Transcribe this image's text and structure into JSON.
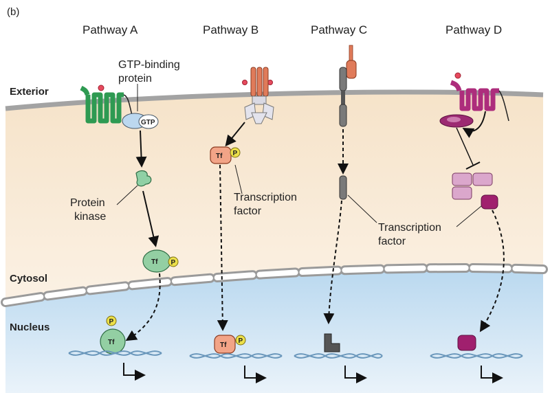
{
  "panel_label": "(b)",
  "pathways": {
    "a": "Pathway A",
    "b": "Pathway B",
    "c": "Pathway C",
    "d": "Pathway D"
  },
  "compartments": {
    "exterior": "Exterior",
    "cytosol": "Cytosol",
    "nucleus": "Nucleus"
  },
  "labels": {
    "gtp_binding_line1": "GTP-binding",
    "gtp_binding_line2": "protein",
    "gtp": "GTP",
    "protein_kinase_line1": "Protein",
    "protein_kinase_line2": "kinase",
    "transcription_factor_b_line1": "Transcription",
    "transcription_factor_b_line2": "factor",
    "transcription_factor_cd_line1": "Transcription",
    "transcription_factor_cd_line2": "factor"
  },
  "glyphs": {
    "tf": "Tf",
    "phospho": "P"
  },
  "colors": {
    "exterior_membrane": "#a8a8a8",
    "cytosol": "#f7e2c6",
    "nucleus": "#cfe4f3",
    "pathway_a_receptor": "#3aa55c",
    "pathway_a_protein": "#8fc89a",
    "pathway_b_receptor": "#e07b5a",
    "pathway_b_tf": "#f2a487",
    "pathway_c_receptor": "#6b6b6b",
    "pathway_d_receptor": "#b0247a",
    "pathway_d_protein": "#d9a6c6",
    "phosphate": "#e6d43a",
    "ligand": "#e0405a",
    "dna": "#7aa3c4"
  }
}
